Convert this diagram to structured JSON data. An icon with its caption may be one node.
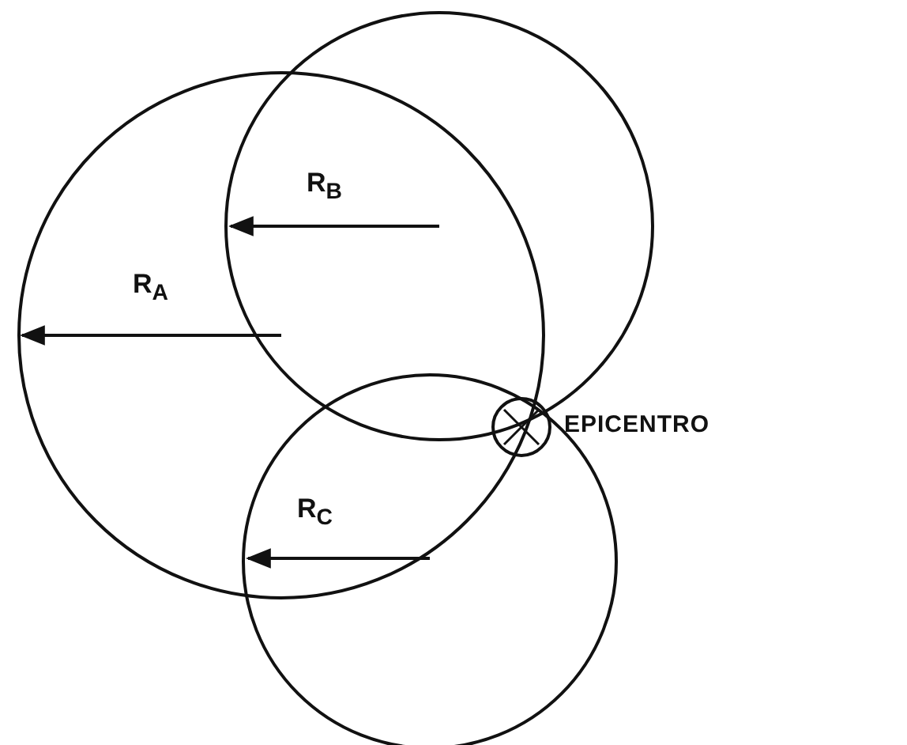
{
  "diagram": {
    "labels": [
      "R$_{B}$",
      "R$_{A}$",
      "R$_{C}$",
      "EPICENTRO"
    ]
  }
}
